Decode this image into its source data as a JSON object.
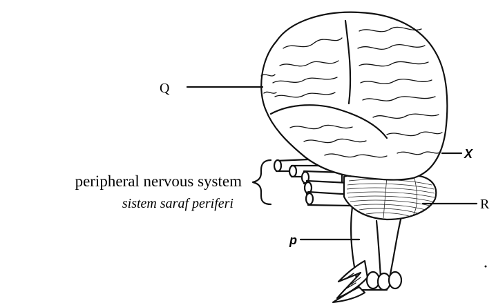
{
  "labels": {
    "q": "Q",
    "x": "X",
    "r": "R",
    "p": "p",
    "pns_en": "peripheral nervous system",
    "pns_ms": "sistem saraf periferi"
  }
}
